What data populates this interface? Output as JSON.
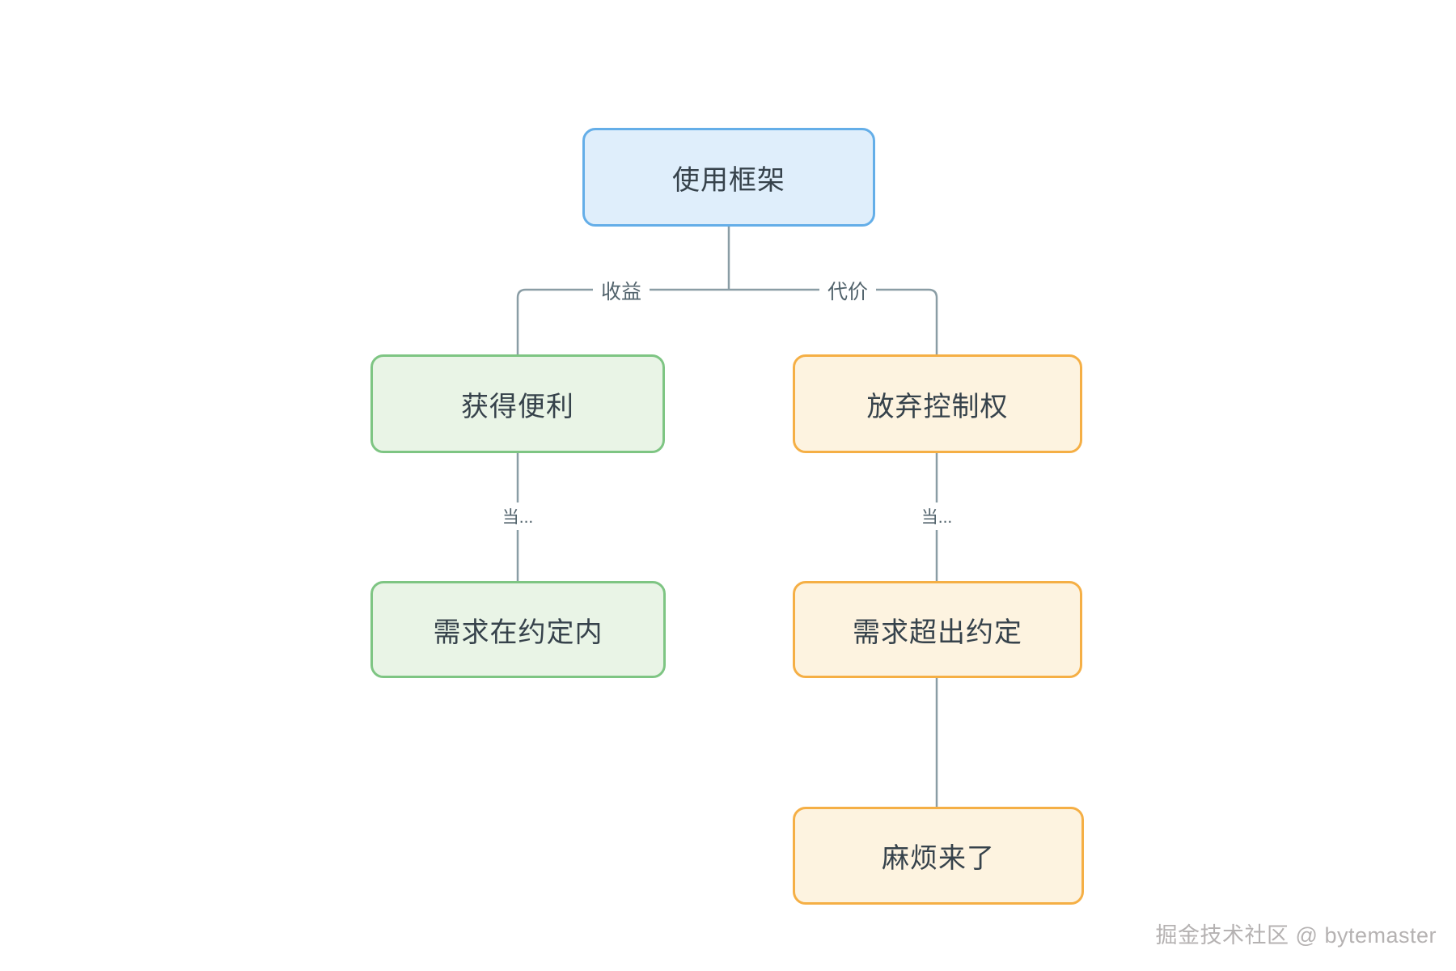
{
  "diagram": {
    "type": "flowchart",
    "nodes": [
      {
        "id": "root",
        "label": "使用框架",
        "style": "blue"
      },
      {
        "id": "benefit",
        "label": "获得便利",
        "style": "green"
      },
      {
        "id": "cost",
        "label": "放弃控制权",
        "style": "orange"
      },
      {
        "id": "within",
        "label": "需求在约定内",
        "style": "green"
      },
      {
        "id": "beyond",
        "label": "需求超出约定",
        "style": "orange"
      },
      {
        "id": "trouble",
        "label": "麻烦来了",
        "style": "orange"
      }
    ],
    "edge_labels": {
      "benefit": "收益",
      "cost": "代价",
      "when_left": "当...",
      "when_right": "当..."
    },
    "edges": [
      {
        "from": "root",
        "to": "benefit",
        "label": "收益"
      },
      {
        "from": "root",
        "to": "cost",
        "label": "代价"
      },
      {
        "from": "benefit",
        "to": "within",
        "label": "当..."
      },
      {
        "from": "cost",
        "to": "beyond",
        "label": "当..."
      },
      {
        "from": "beyond",
        "to": "trouble",
        "label": ""
      }
    ],
    "colors": {
      "background": "#ffffff",
      "blue_border": "#64AEE8",
      "blue_fill": "#DFEEFB",
      "green_border": "#7EC583",
      "green_fill": "#E9F4E6",
      "orange_border": "#F5AF45",
      "orange_fill": "#FDF3E0",
      "connector_line": "#8A9DA5",
      "edge_label_text": "#52636C",
      "node_text": "#36424B",
      "watermark_text": "#b5b2b2"
    }
  },
  "watermark": {
    "text": "掘金技术社区 @ bytemaster"
  }
}
